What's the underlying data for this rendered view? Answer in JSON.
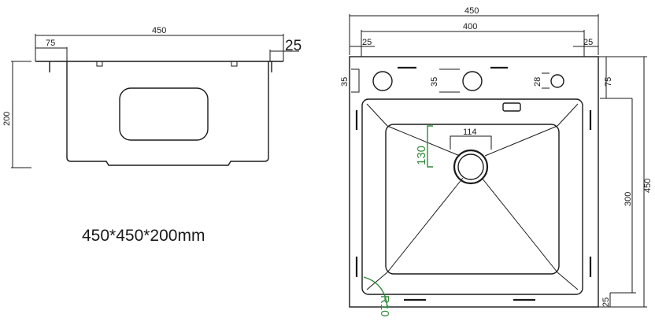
{
  "caption": "450*450*200mm",
  "side_view": {
    "width_label": "450",
    "offset_label": "75",
    "edge_label": "25",
    "height_label": "200"
  },
  "top_view": {
    "outer_width": "450",
    "inner_width": "400",
    "left_margin": "25",
    "right_margin": "25",
    "hole1_label": "35",
    "hole2_label": "35",
    "hole3_label": "28",
    "drain_width": "114",
    "drain_depth": "130",
    "radius_label": "R10",
    "right_top": "75",
    "right_mid": "300",
    "right_total": "450",
    "right_bottom": "25"
  },
  "colors": {
    "line": "#1a1a1a",
    "accent": "#2e8b3a"
  }
}
